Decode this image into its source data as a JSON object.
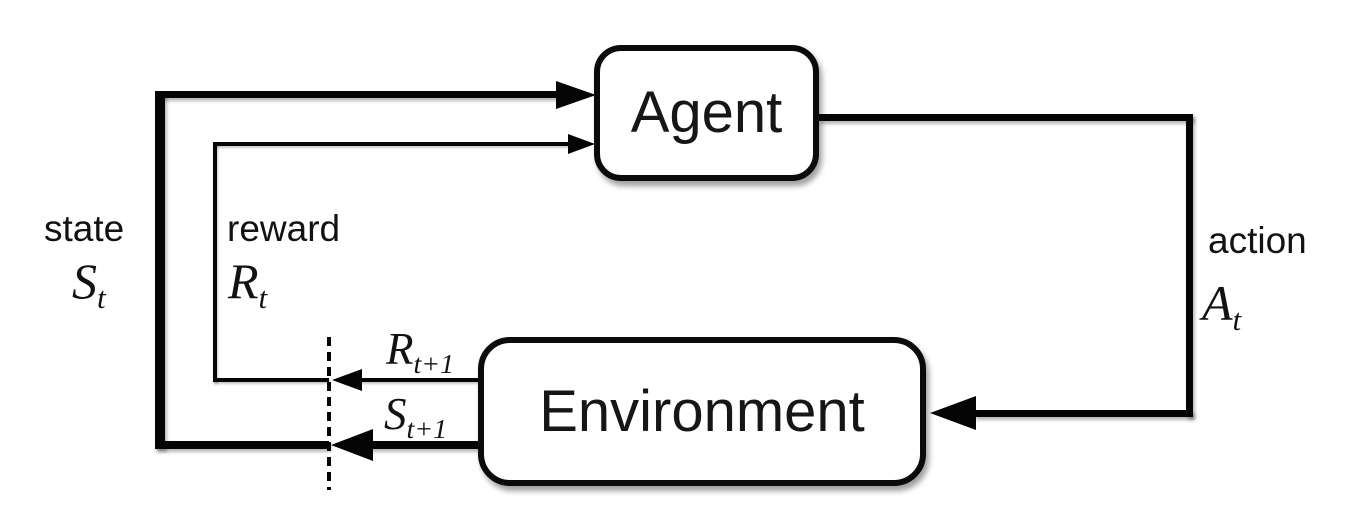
{
  "nodes": {
    "agent": {
      "label": "Agent"
    },
    "environment": {
      "label": "Environment"
    }
  },
  "labels": {
    "state": {
      "word": "state",
      "symbol": "S",
      "subscript": "t"
    },
    "reward": {
      "word": "reward",
      "symbol": "R",
      "subscript": "t"
    },
    "action": {
      "word": "action",
      "symbol": "A",
      "subscript": "t"
    },
    "next_reward": {
      "symbol": "R",
      "subscript": "t+1"
    },
    "next_state": {
      "symbol": "S",
      "subscript": "t+1"
    }
  },
  "colors": {
    "line": "#050505",
    "box_border": "#0b0b0b",
    "box_fill": "#ffffff",
    "background": "#ffffff",
    "text": "#121212"
  }
}
